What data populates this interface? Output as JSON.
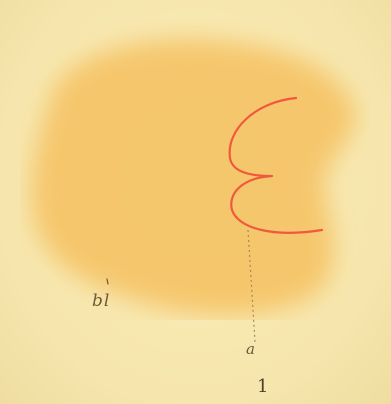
{
  "figure_number": "1",
  "labels": {
    "region": "bl",
    "pointer": "a"
  },
  "colors": {
    "paper": "#f8eab6",
    "stain": "#f5c160",
    "stroke": "#ef5a3c",
    "leader": "#a38a5a",
    "text": "#6b5a3a"
  }
}
